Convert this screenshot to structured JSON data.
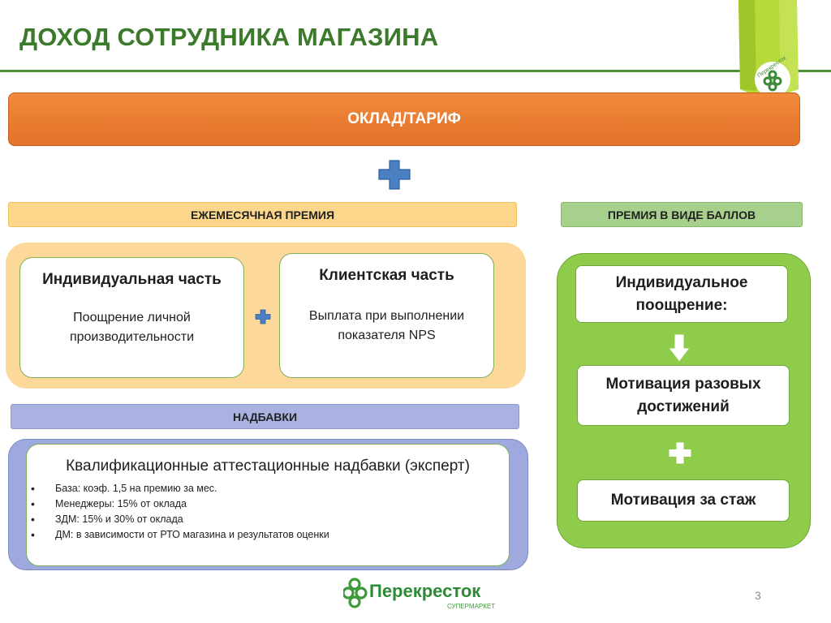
{
  "title": "ДОХОД СОТРУДНИКА МАГАЗИНА",
  "salary": {
    "label": "ОКЛАД/ТАРИФ"
  },
  "monthly_bonus": {
    "header": "ЕЖЕМЕСЯЧНАЯ ПРЕМИЯ",
    "individual": {
      "title": "Индивидуальная часть",
      "description": "Поощрение личной производительности"
    },
    "client": {
      "title": "Клиентская часть",
      "description": "Выплата при выполнении показателя NPS"
    }
  },
  "allowances": {
    "header": "НАДБАВКИ",
    "title": "Квалификационные аттестационные надбавки (эксперт)",
    "items": [
      "База: коэф. 1,5 на премию за мес.",
      "Менеджеры: 15% от оклада",
      "ЗДМ: 15% и 30% от оклада",
      "ДМ: в зависимости от РТО магазина и результатов оценки"
    ]
  },
  "points_bonus": {
    "header": "ПРЕМИЯ В ВИДЕ БАЛЛОВ",
    "items": [
      "Индивидуальное поощрение:",
      "Мотивация разовых достижений",
      "Мотивация за стаж"
    ]
  },
  "logo": {
    "brand": "Перекресток",
    "sub": "СУПЕРМАРКЕТ",
    "ribbon_text": "Перекресток"
  },
  "page_number": "3",
  "colors": {
    "title_green": "#3b7a2a",
    "salary_orange": "#e97d31",
    "monthly_yellow": "#fcd99a",
    "allowances_blue": "#9ea9de",
    "points_green": "#8fcc4c",
    "plus_blue": "#4a7fc1"
  }
}
